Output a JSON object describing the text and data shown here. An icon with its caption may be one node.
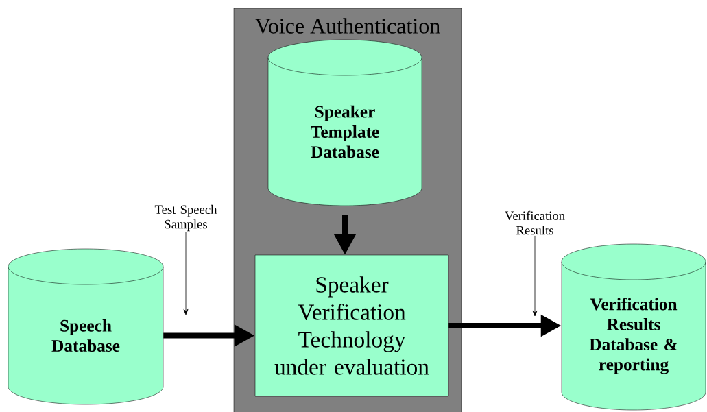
{
  "diagram": {
    "nodes": [
      {
        "text": [
          "Voice Authentication"
        ]
      },
      {
        "text": [
          "Speaker Template Database"
        ],
        "in": 0
      },
      {
        "text": [
          "Speaker Verification Technology under evaluation"
        ],
        "in": 0
      },
      {
        "text": [
          "Speech Database"
        ]
      },
      {
        "text": [
          "Verification Results Database & reporting"
        ]
      },
      {
        "text": [
          "Test Speech Samples"
        ]
      },
      {
        "text": [
          "Verification Results"
        ]
      }
    ],
    "edges": [
      {
        "from": 1,
        "to": 2,
        "arrow": "to"
      },
      {
        "from": 3,
        "to": 2,
        "arrow": "to"
      },
      {
        "from": 2,
        "to": 4,
        "arrow": "to"
      },
      {
        "from": 5,
        "to": null,
        "arrow": "to"
      },
      {
        "from": 6,
        "to": null,
        "arrow": "to"
      }
    ]
  }
}
